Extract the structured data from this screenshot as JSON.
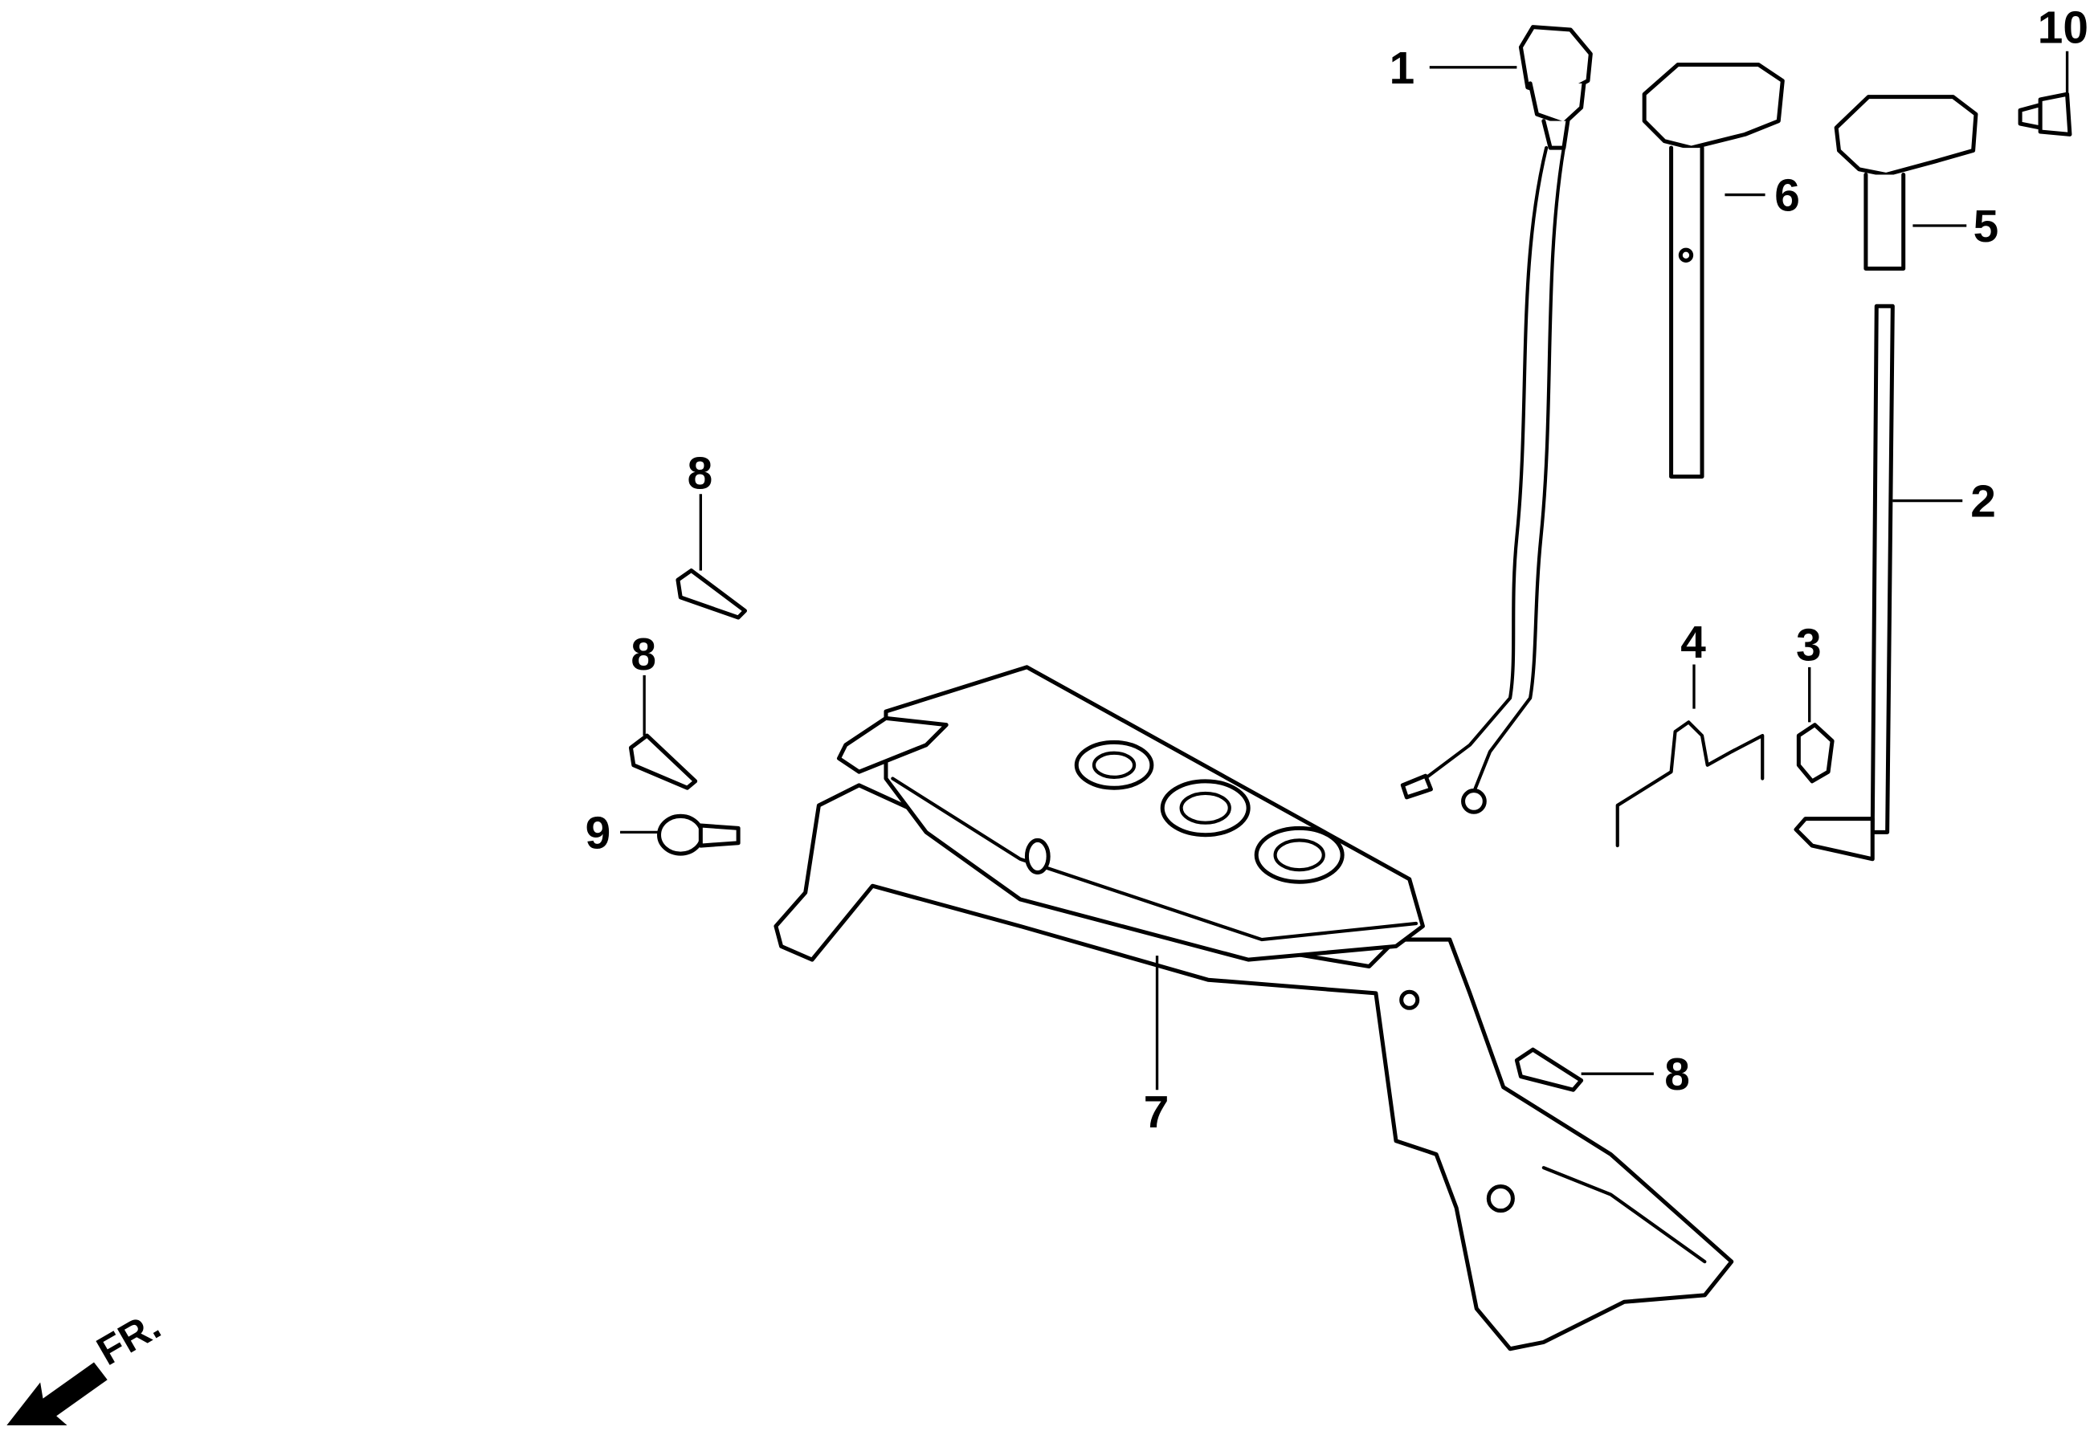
{
  "diagram": {
    "callouts": [
      {
        "id": "1",
        "label": "1",
        "part": "dipstick-with-cap"
      },
      {
        "id": "2",
        "label": "2",
        "part": "rod"
      },
      {
        "id": "3",
        "label": "3",
        "part": "clip"
      },
      {
        "id": "4",
        "label": "4",
        "part": "wire-spring"
      },
      {
        "id": "5",
        "label": "5",
        "part": "knob-short"
      },
      {
        "id": "6",
        "label": "6",
        "part": "knob-long"
      },
      {
        "id": "7",
        "label": "7",
        "part": "bracket-cover"
      },
      {
        "id": "8a",
        "label": "8",
        "part": "grommet"
      },
      {
        "id": "8b",
        "label": "8",
        "part": "grommet"
      },
      {
        "id": "8c",
        "label": "8",
        "part": "grommet"
      },
      {
        "id": "9",
        "label": "9",
        "part": "bolt"
      },
      {
        "id": "10",
        "label": "10",
        "part": "screw"
      }
    ],
    "direction_indicator": "FR."
  }
}
